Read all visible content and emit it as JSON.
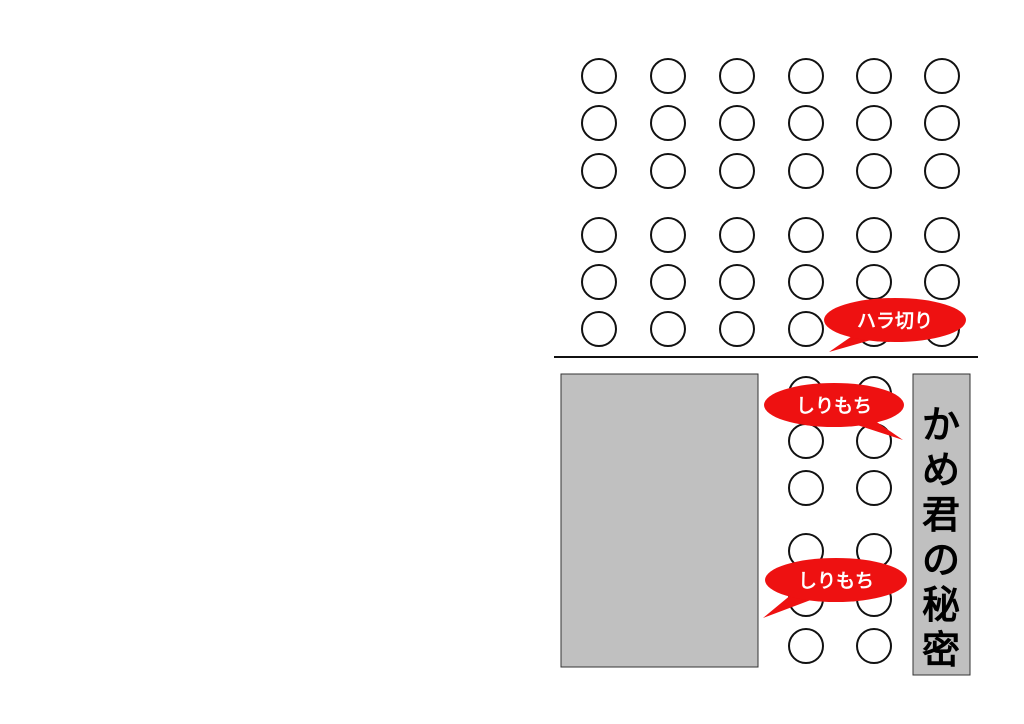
{
  "colors": {
    "background": "#ffffff",
    "circle_stroke": "#111111",
    "divider": "#111111",
    "panel_fill": "#c0c0c0",
    "panel_stroke": "#333333",
    "bubble_fill": "#ee1111",
    "bubble_text": "#ffffff",
    "title_text": "#000000"
  },
  "top_grid": {
    "columns": 6,
    "rows_block_a": 3,
    "rows_block_b": 3
  },
  "bottom_grid": {
    "columns": 2,
    "rows": 6
  },
  "bubbles": [
    {
      "text": "ハラ切り",
      "tail": "down-left"
    },
    {
      "text": "しりもち",
      "tail": "down-right"
    },
    {
      "text": "しりもち",
      "tail": "down-left"
    }
  ],
  "title": {
    "text": "かめ君の秘密"
  }
}
